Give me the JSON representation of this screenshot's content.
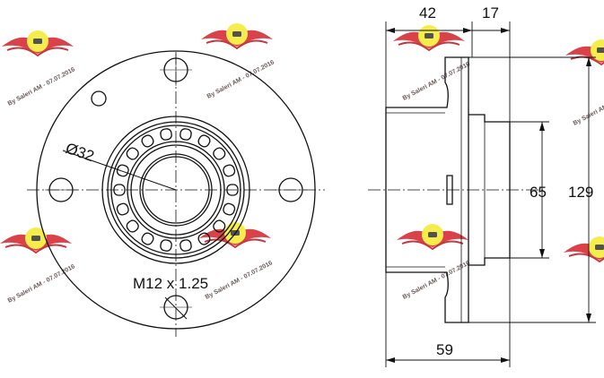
{
  "front_view": {
    "diameter_label": "Ø32",
    "thread_label": "M12 x 1.25"
  },
  "side_view": {
    "dim_top_left": "42",
    "dim_top_right": "17",
    "dim_inner_height": "65",
    "dim_outer_height": "129",
    "dim_bottom_width": "59"
  },
  "watermark": {
    "text": "By Saleri AM - 07.07.2016",
    "color_red": "#d4202a",
    "color_yellow": "#f2ea2c"
  }
}
